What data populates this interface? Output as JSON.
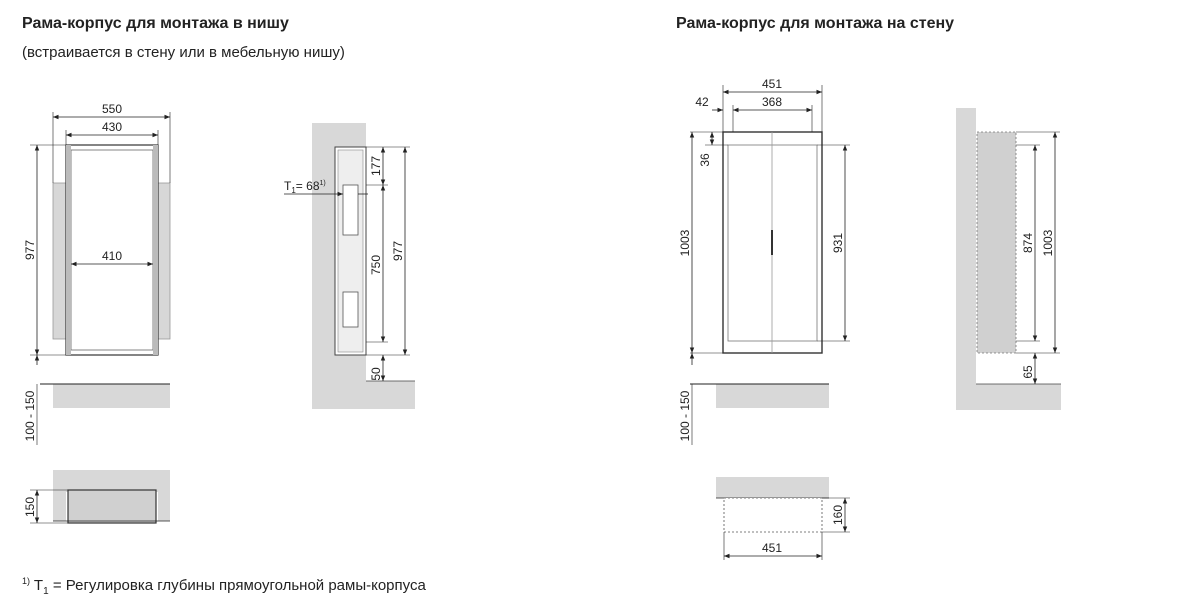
{
  "left": {
    "title": "Рама-корпус для монтажа в нишу",
    "subtitle": "(встраивается в стену или в мебельную нишу)",
    "front": {
      "width_outer": "550",
      "width_mid": "430",
      "width_inner": "410",
      "height": "977",
      "floor_gap": "100 - 150"
    },
    "side": {
      "t1": "T",
      "t1_sub": "1",
      "t1_val": "= 68",
      "t1_sup": "1)",
      "top": "177",
      "mid": "750",
      "total": "977",
      "bottom": "50"
    },
    "plan": {
      "depth": "150"
    }
  },
  "right": {
    "title": "Рама-корпус для монтажа на стену",
    "front": {
      "width_outer": "451",
      "offset": "42",
      "width_inner": "368",
      "top": "36",
      "height": "1003",
      "inner_height": "931",
      "floor_gap": "100 - 150"
    },
    "side": {
      "mid": "874",
      "total": "1003",
      "bottom": "65"
    },
    "plan": {
      "depth": "160",
      "width": "451"
    }
  },
  "footnote": {
    "sup": "1)",
    "t": "T",
    "sub": "1",
    "text": " = Регулировка глубины прямоугольной рамы-корпуса"
  }
}
